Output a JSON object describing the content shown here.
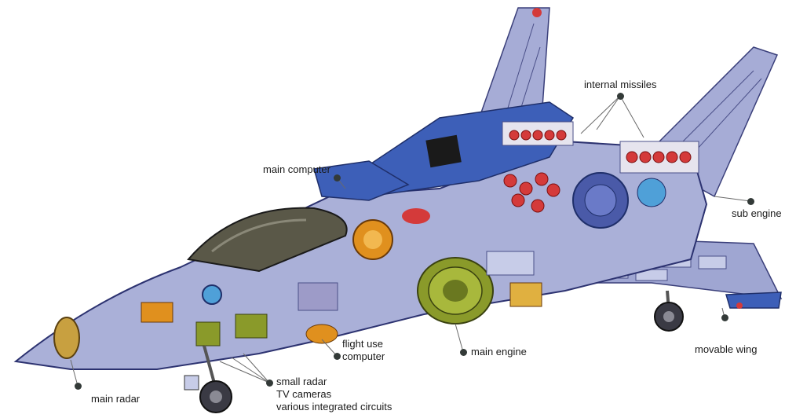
{
  "labels": {
    "internal_missiles": "internal missiles",
    "main_computer": "main computer",
    "sub_engine": "sub engine",
    "flight_use_computer_1": "flight use",
    "flight_use_computer_2": "computer",
    "main_engine": "main engine",
    "movable_wing": "movable wing",
    "main_radar": "main radar",
    "small_radar": "small radar",
    "tv_cameras": "TV cameras",
    "integrated_circuits": "various integrated circuits"
  },
  "colors": {
    "hull_blue": "#3d5fb8",
    "panel_lavender": "#aab0d8",
    "canopy": "#5a5848",
    "engine_green": "#8a9a2a",
    "missile_red": "#d43a3a",
    "accent_orange": "#e0901e",
    "leader_line": "#6a6a6a"
  }
}
